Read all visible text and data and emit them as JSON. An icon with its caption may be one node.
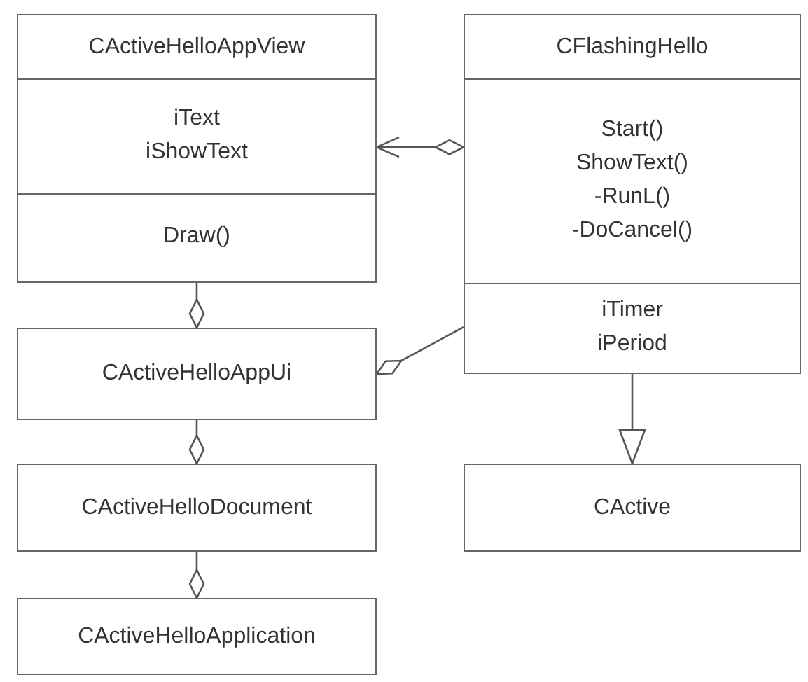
{
  "diagram": {
    "nodes": [
      {
        "text": [
          "CActiveHelloAppView",
          "iText iShowText",
          "Draw()"
        ]
      },
      {
        "text": [
          "CFlashingHello",
          "Start() ShowText() -RunL() -DoCancel()",
          "iTimer iPeriod"
        ]
      },
      {
        "text": [
          "CActiveHelloAppUi"
        ]
      },
      {
        "text": [
          "CActiveHelloDocument"
        ]
      },
      {
        "text": [
          "CActive"
        ]
      },
      {
        "text": [
          "CActiveHelloApplication"
        ]
      }
    ],
    "edges": [
      {
        "from": 1,
        "to": 0,
        "arrow": "to"
      },
      {
        "from": 0,
        "to": 2,
        "arrow": "other"
      },
      {
        "from": 1,
        "to": 2,
        "arrow": "other"
      },
      {
        "from": 1,
        "to": 4,
        "arrow": "to"
      },
      {
        "from": 2,
        "to": 3,
        "arrow": "other"
      },
      {
        "from": 3,
        "to": 5,
        "arrow": "other"
      }
    ]
  }
}
